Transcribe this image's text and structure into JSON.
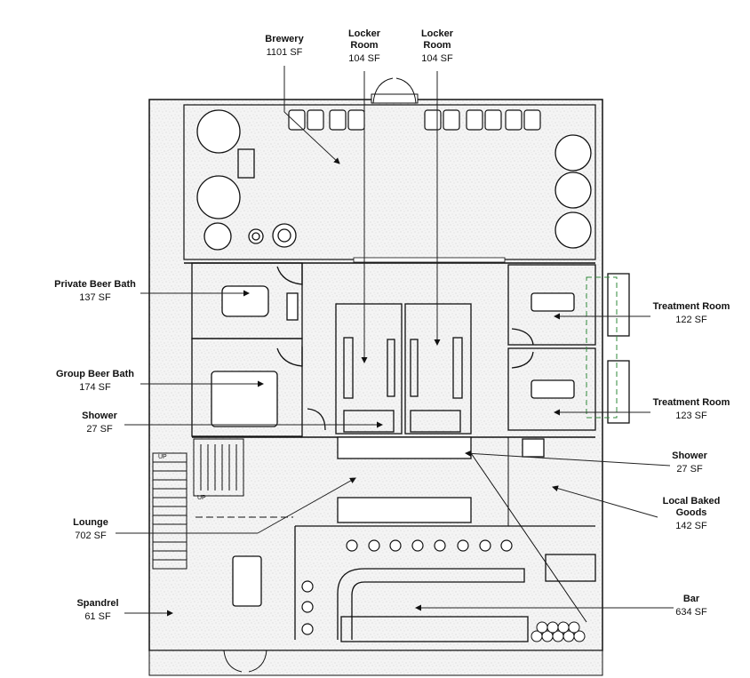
{
  "plan": {
    "rooms": [
      {
        "id": "brewery",
        "name": "Brewery",
        "area": "1101 SF"
      },
      {
        "id": "locker-room-1",
        "name": "Locker\nRoom",
        "area": "104 SF"
      },
      {
        "id": "locker-room-2",
        "name": "Locker\nRoom",
        "area": "104 SF"
      },
      {
        "id": "private-beer-bath",
        "name": "Private Beer Bath",
        "area": "137 SF"
      },
      {
        "id": "group-beer-bath",
        "name": "Group Beer Bath",
        "area": "174 SF"
      },
      {
        "id": "shower-left",
        "name": "Shower",
        "area": "27 SF"
      },
      {
        "id": "lounge",
        "name": "Lounge",
        "area": "702 SF"
      },
      {
        "id": "spandrel",
        "name": "Spandrel",
        "area": "61 SF"
      },
      {
        "id": "treatment-room-1",
        "name": "Treatment Room",
        "area": "122 SF"
      },
      {
        "id": "treatment-room-2",
        "name": "Treatment Room",
        "area": "123 SF"
      },
      {
        "id": "shower-right",
        "name": "Shower",
        "area": "27 SF"
      },
      {
        "id": "local-baked-goods",
        "name": "Local Baked\nGoods",
        "area": "142 SF"
      },
      {
        "id": "bar",
        "name": "Bar",
        "area": "634 SF"
      }
    ],
    "stair_marks": [
      "UP",
      "UP"
    ]
  },
  "colors": {
    "line": "#111111",
    "poche": "#e9e9e9",
    "leader": "#222222",
    "dashed_green": "#2f8a3a"
  }
}
